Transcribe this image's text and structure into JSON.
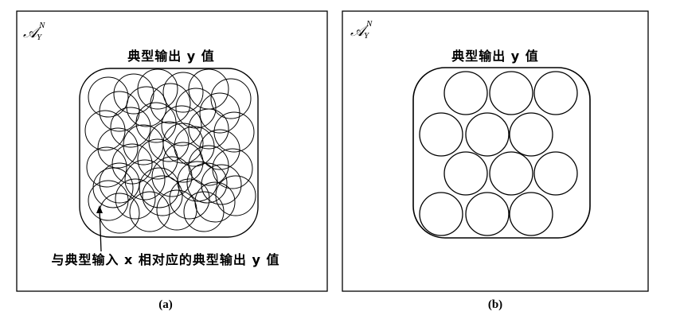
{
  "panels": [
    {
      "id": "a",
      "caption": "(a)",
      "space_symbol": {
        "base": "𝒜",
        "sub": "Y",
        "sup": "N"
      },
      "title": "典型输出 y 值",
      "annotation": "与典型输入 x 相对应的典型输出 y 值"
    },
    {
      "id": "b",
      "caption": "(b)",
      "space_symbol": {
        "base": "𝒜",
        "sub": "Y",
        "sup": "N"
      },
      "title": "典型输出 y 值"
    }
  ]
}
